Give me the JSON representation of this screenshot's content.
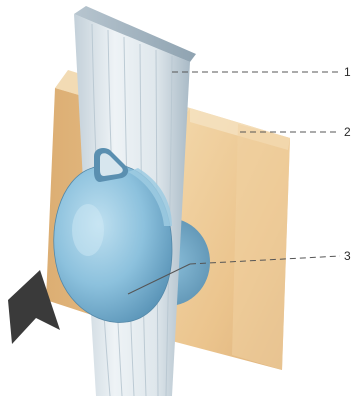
{
  "figure": {
    "callouts": [
      {
        "number": "1",
        "part": "tendon"
      },
      {
        "number": "2",
        "part": "bone"
      },
      {
        "number": "3",
        "part": "sesamoid disc"
      }
    ],
    "direction_arrow_icon": "arrow-icon",
    "colors": {
      "tendon": "#dfe8ee",
      "tendon_shadow": "#9fb2bf",
      "bone_front": "#ecc995",
      "bone_side": "#d9ad72",
      "bone_top": "#f2dbb4",
      "disc": "#8fc3de",
      "disc_shadow": "#5a93b5",
      "arrow": "#3a3a3a",
      "leader": "#555555"
    }
  }
}
